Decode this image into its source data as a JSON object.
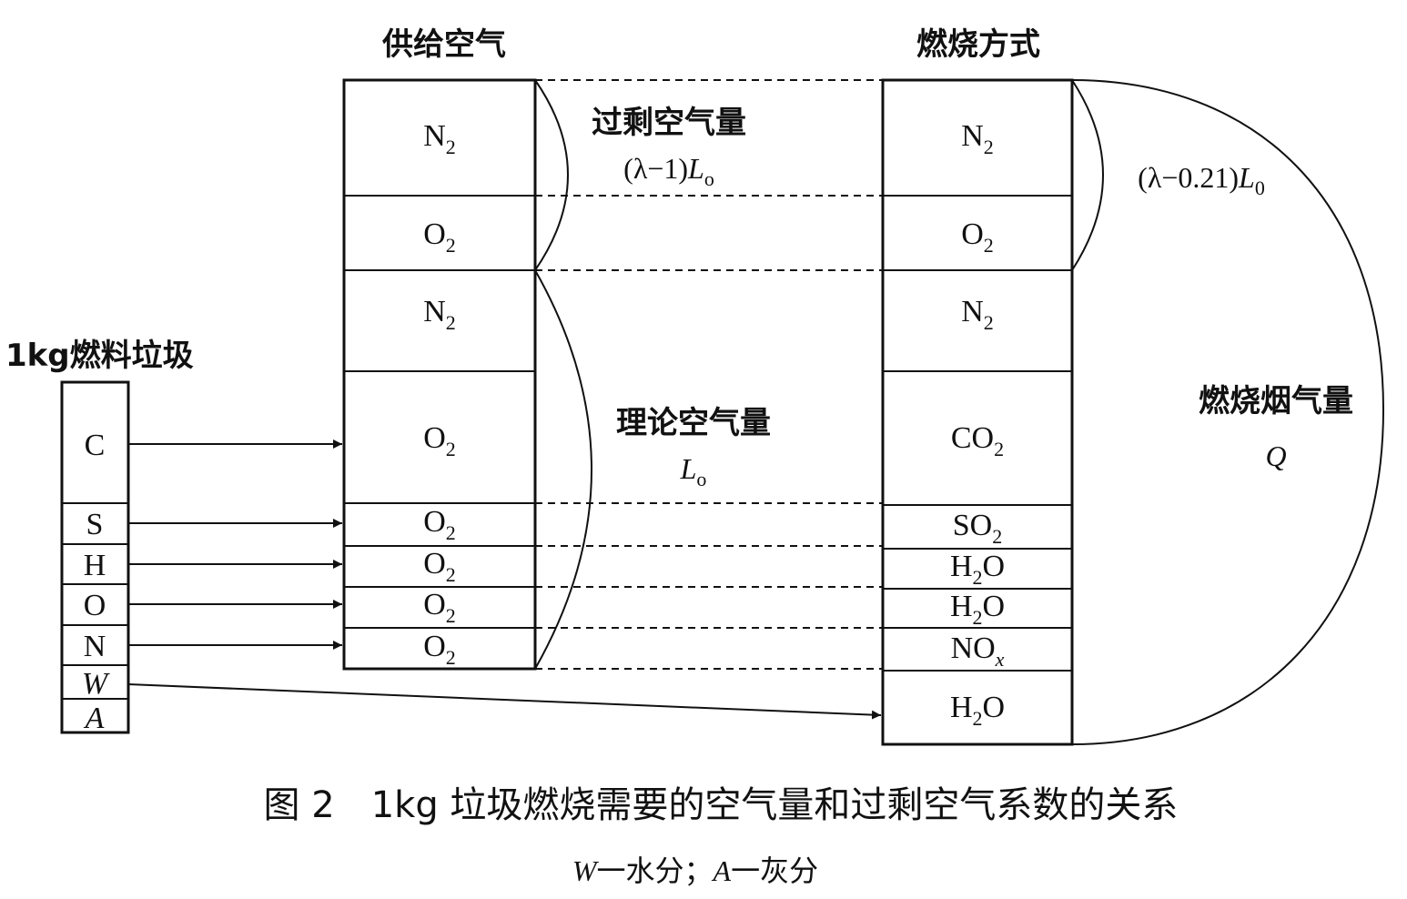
{
  "headers": {
    "supply_air": "供给空气",
    "combustion_mode": "燃烧方式",
    "fuel": "1kg燃料垃圾"
  },
  "fuel_components": [
    {
      "label": "C",
      "italic": false
    },
    {
      "label": "S",
      "italic": false
    },
    {
      "label": "H",
      "italic": false
    },
    {
      "label": "O",
      "italic": false
    },
    {
      "label": "N",
      "italic": false
    },
    {
      "label": "W",
      "italic": true
    },
    {
      "label": "A",
      "italic": true
    }
  ],
  "supply_cells": [
    {
      "base": "N",
      "sub": "2"
    },
    {
      "base": "O",
      "sub": "2"
    },
    {
      "base": "N",
      "sub": "2"
    },
    {
      "base": "O",
      "sub": "2"
    },
    {
      "base": "O",
      "sub": "2"
    },
    {
      "base": "O",
      "sub": "2"
    },
    {
      "base": "O",
      "sub": "2"
    },
    {
      "base": "O",
      "sub": "2"
    }
  ],
  "combustion_cells": [
    {
      "base": "N",
      "sub": "2",
      "rest": ""
    },
    {
      "base": "O",
      "sub": "2",
      "rest": ""
    },
    {
      "base": "N",
      "sub": "2",
      "rest": ""
    },
    {
      "base": "CO",
      "sub": "2",
      "rest": ""
    },
    {
      "base": "SO",
      "sub": "2",
      "rest": ""
    },
    {
      "base": "H",
      "sub": "2",
      "rest": "O"
    },
    {
      "base": "H",
      "sub": "2",
      "rest": "O"
    },
    {
      "base": "NO",
      "sub": "x",
      "rest": ""
    },
    {
      "base": "H",
      "sub": "2",
      "rest": "O"
    }
  ],
  "annotations": {
    "excess_air_label": "过剩空气量",
    "excess_air_formula": {
      "pre": "(λ−1)",
      "var": "L",
      "sub": "o"
    },
    "theoretical_air_label": "理论空气量",
    "theoretical_air_formula": {
      "var": "L",
      "sub": "o"
    },
    "excess_flue_formula": {
      "pre": "(λ−0.21)",
      "var": "L",
      "sub": "0"
    },
    "flue_gas_label": "燃烧烟气量",
    "flue_gas_symbol": "Q"
  },
  "caption": {
    "title": "图 2　1kg 垃圾燃烧需要的空气量和过剩空气系数的关系",
    "legend_w_var": "W",
    "legend_w_text": "一水分；",
    "legend_a_var": "A",
    "legend_a_text": "一灰分"
  }
}
